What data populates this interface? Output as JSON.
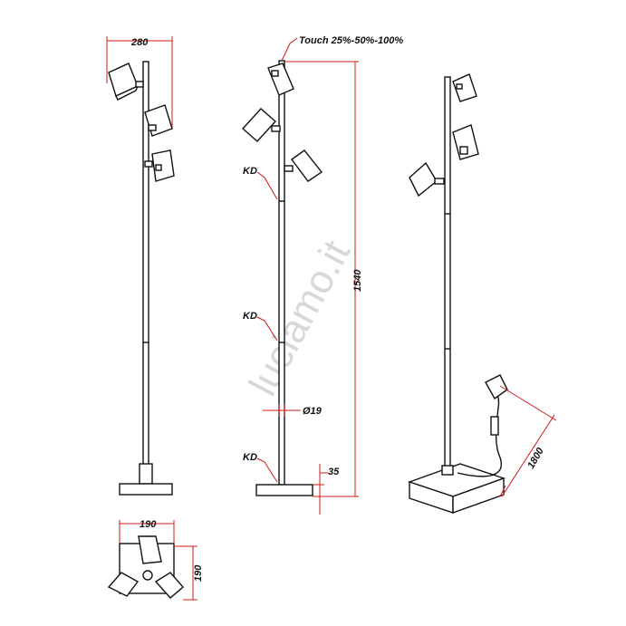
{
  "drawing": {
    "watermark": "luciamo.it",
    "front_view": {
      "width_dim": "280"
    },
    "side_view": {
      "touch_label": "Touch 25%-50%-100%",
      "height_dim": "1540",
      "joint_labels": [
        "KD",
        "KD",
        "KD"
      ],
      "pole_diameter": "Ø19",
      "base_height": "35"
    },
    "perspective_view": {
      "cable_length": "1800"
    },
    "top_view": {
      "width_dim": "190",
      "depth_dim": "190"
    },
    "colors": {
      "line": "#111111",
      "dimension": "#d01818"
    }
  }
}
